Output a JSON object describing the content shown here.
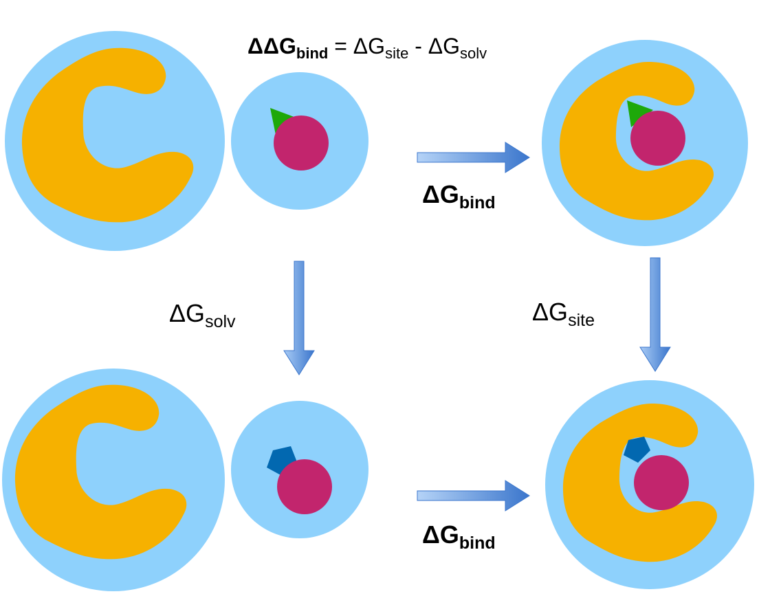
{
  "equation": {
    "lhs_delta": "ΔΔG",
    "lhs_sub": "bind",
    "equals": " = ΔG",
    "site_sub": "site",
    "minus": " - ΔG",
    "solv_sub": "solv"
  },
  "labels": {
    "top_arrow": {
      "main": "ΔG",
      "sub": "bind"
    },
    "left_arrow": {
      "main": "ΔG",
      "sub": "solv"
    },
    "right_arrow": {
      "main": "ΔG",
      "sub": "site"
    },
    "bottom_arrow": {
      "main": "ΔG",
      "sub": "bind"
    }
  },
  "colors": {
    "solvent": "#8ED1FC",
    "protein": "#F6B100",
    "ligand_core": "#C2256D",
    "group_triangle": "#1EA80A",
    "group_pentagon": "#0268B0",
    "arrow_light": "#A8CBF5",
    "arrow_dark": "#3B76CC"
  }
}
